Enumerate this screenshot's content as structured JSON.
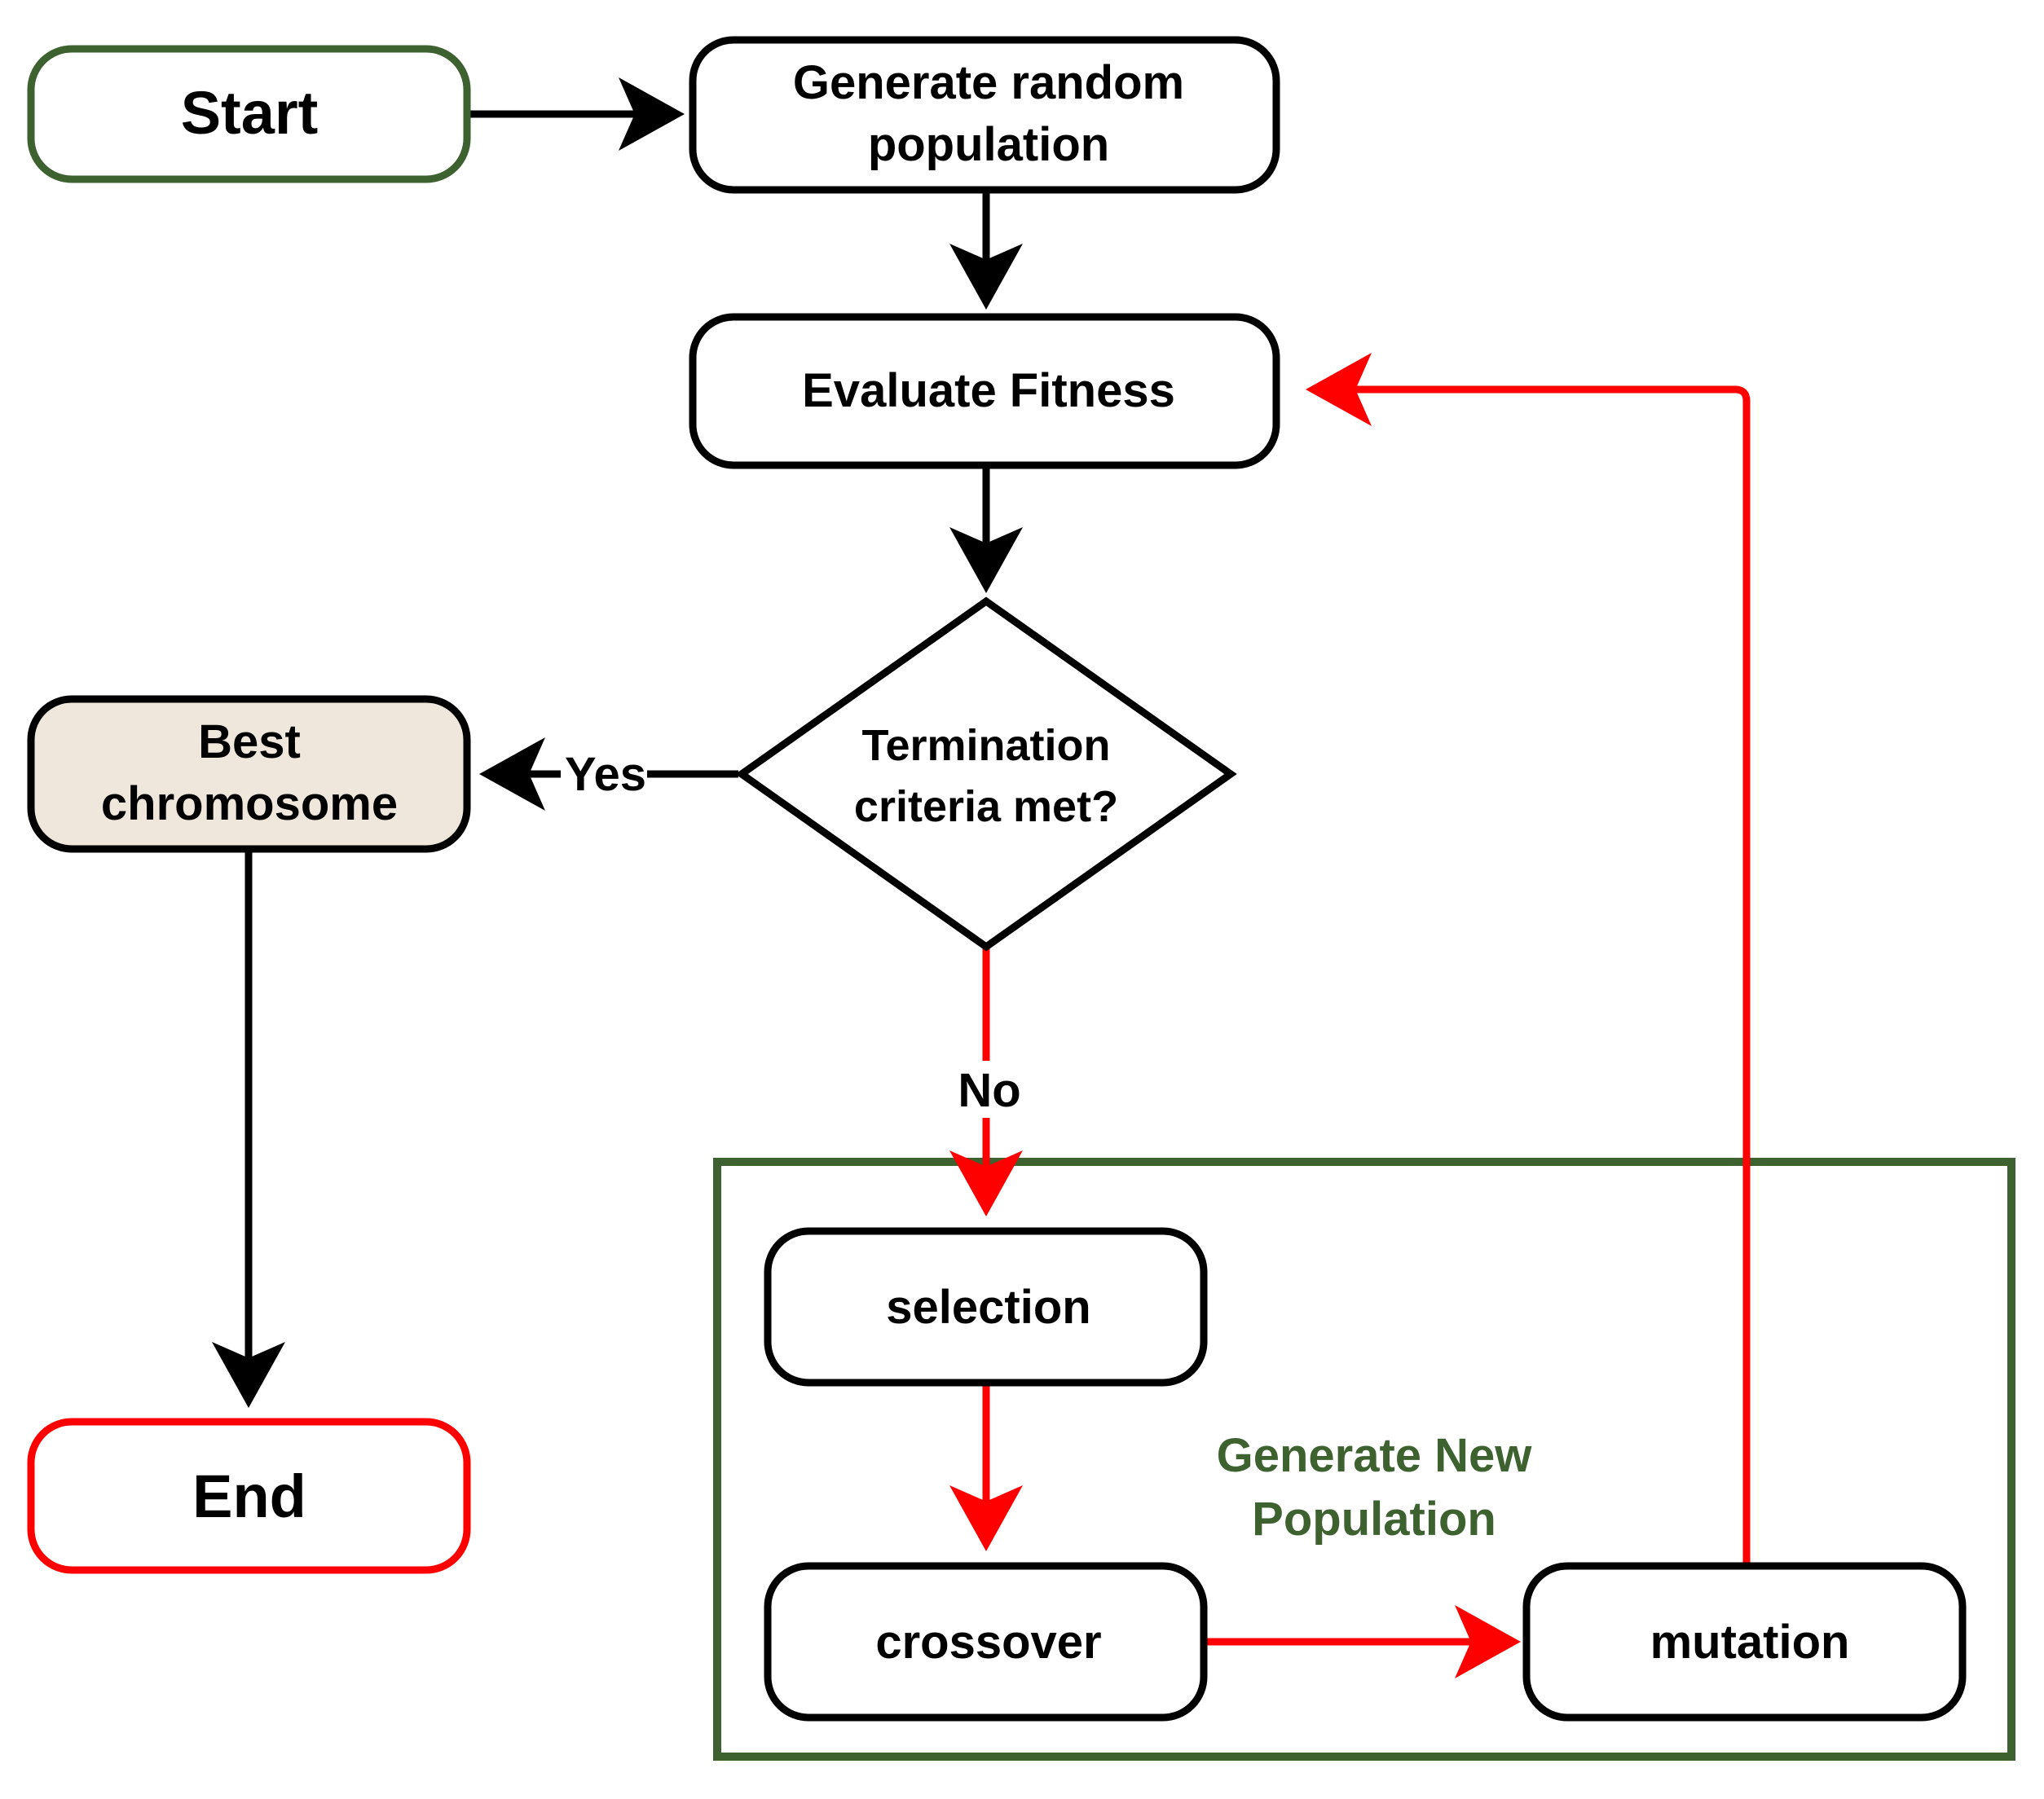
{
  "colors": {
    "stroke_black": "#000000",
    "stroke_red": "#ff0000",
    "stroke_green": "#3e6130",
    "fill_white": "#ffffff",
    "fill_beige": "#efe7db",
    "group_label": "#3e6130"
  },
  "nodes": {
    "start": {
      "label": "Start"
    },
    "generate": {
      "line1": "Generate random",
      "line2": "population"
    },
    "evaluate": {
      "label": "Evaluate Fitness"
    },
    "decision": {
      "line1": "Termination",
      "line2": "criteria met?"
    },
    "best": {
      "line1": "Best",
      "line2": "chromosome"
    },
    "end": {
      "label": "End"
    },
    "selection": {
      "label": "selection"
    },
    "crossover": {
      "label": "crossover"
    },
    "mutation": {
      "label": "mutation"
    }
  },
  "group": {
    "line1": "Generate New",
    "line2": "Population"
  },
  "edges": {
    "yes_label": "Yes",
    "no_label": "No"
  }
}
